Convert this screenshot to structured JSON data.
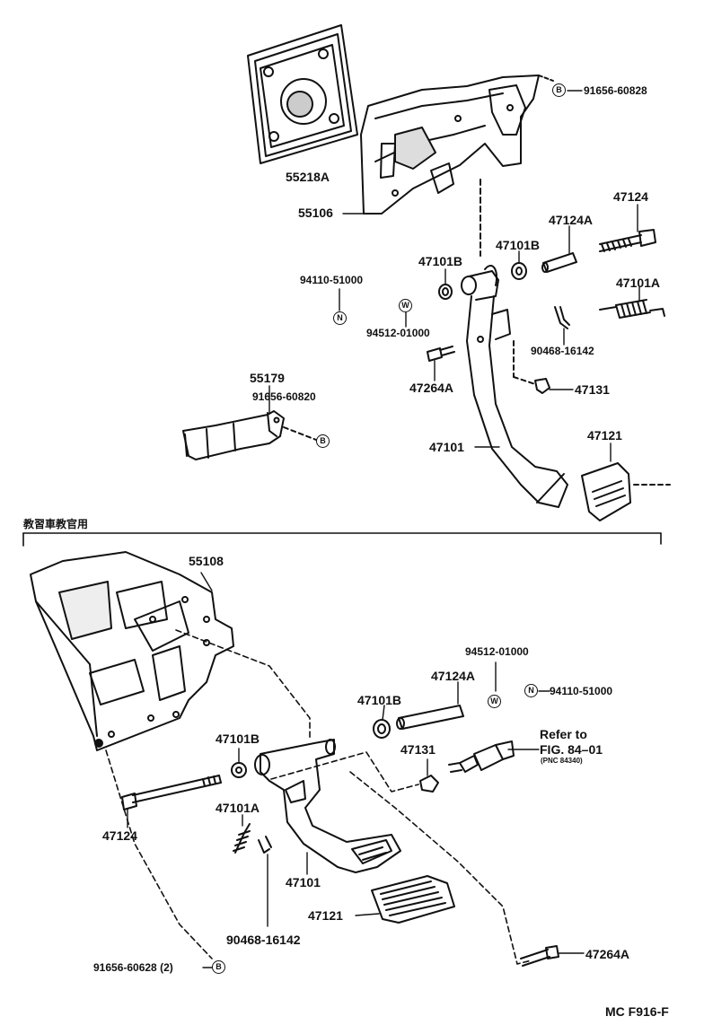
{
  "top": {
    "labels": {
      "p55218A": "55218A",
      "p55106": "55106",
      "b91656_60828": "91656-60828",
      "p47124": "47124",
      "p47124A": "47124A",
      "p47101B_right": "47101B",
      "p47101B_left": "47101B",
      "p94110_51000": "94110-51000",
      "p47101A": "47101A",
      "p94512_01000": "94512-01000",
      "p90468_16142": "90468-16142",
      "p55179": "55179",
      "p91656_60820": "91656-60820",
      "p47264A": "47264A",
      "p47131": "47131",
      "p47121": "47121",
      "p47101": "47101"
    }
  },
  "section_title": "教習車教官用",
  "bottom": {
    "labels": {
      "p55108": "55108",
      "p94512_01000": "94512-01000",
      "p47124A": "47124A",
      "p94110_51000": "94110-51000",
      "p47101B_right": "47101B",
      "refer_line1": "Refer to",
      "refer_line2": "FIG. 84–01",
      "refer_pnc": "(PNC 84340)",
      "p47131": "47131",
      "p47101B_left": "47101B",
      "p47124": "47124",
      "p47101A": "47101A",
      "p47101": "47101",
      "p47121": "47121",
      "p90468_16142": "90468-16142",
      "p47264A": "47264A",
      "p91656_60628": "91656-60628 (2)"
    }
  },
  "symbols": {
    "B": "B",
    "N": "N",
    "W": "W"
  },
  "figure_code": "MC F916-F"
}
